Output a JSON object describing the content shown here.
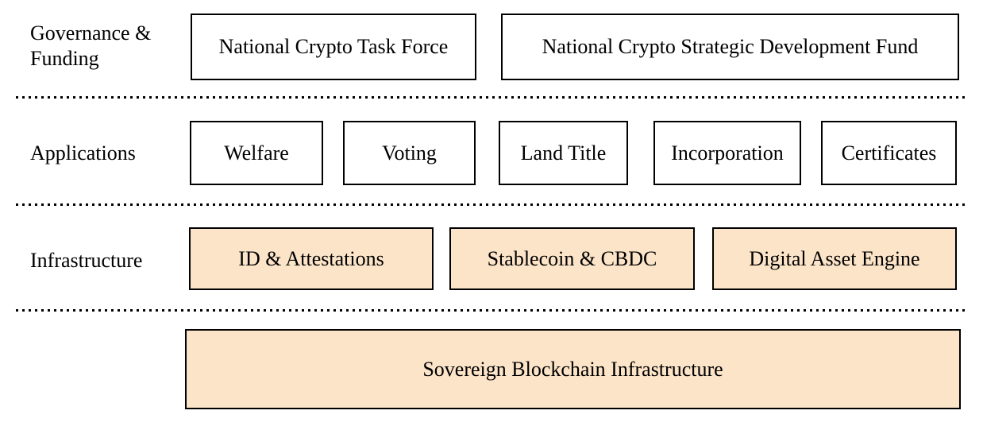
{
  "colors": {
    "border": "#000000",
    "text": "#000000",
    "white_box_fill": "#ffffff",
    "highlight_box_fill": "#fce4c8",
    "background": "#ffffff"
  },
  "layers": [
    {
      "label": "Governance & Funding",
      "boxes": [
        "National Crypto Task Force",
        "National Crypto Strategic Development Fund"
      ]
    },
    {
      "label": "Applications",
      "boxes": [
        "Welfare",
        "Voting",
        "Land Title",
        "Incorporation",
        "Certificates"
      ]
    },
    {
      "label": "Infrastructure",
      "boxes": [
        "ID & Attestations",
        "Stablecoin & CBDC",
        "Digital Asset Engine"
      ]
    },
    {
      "label": "",
      "boxes": [
        "Sovereign Blockchain Infrastructure"
      ]
    }
  ]
}
